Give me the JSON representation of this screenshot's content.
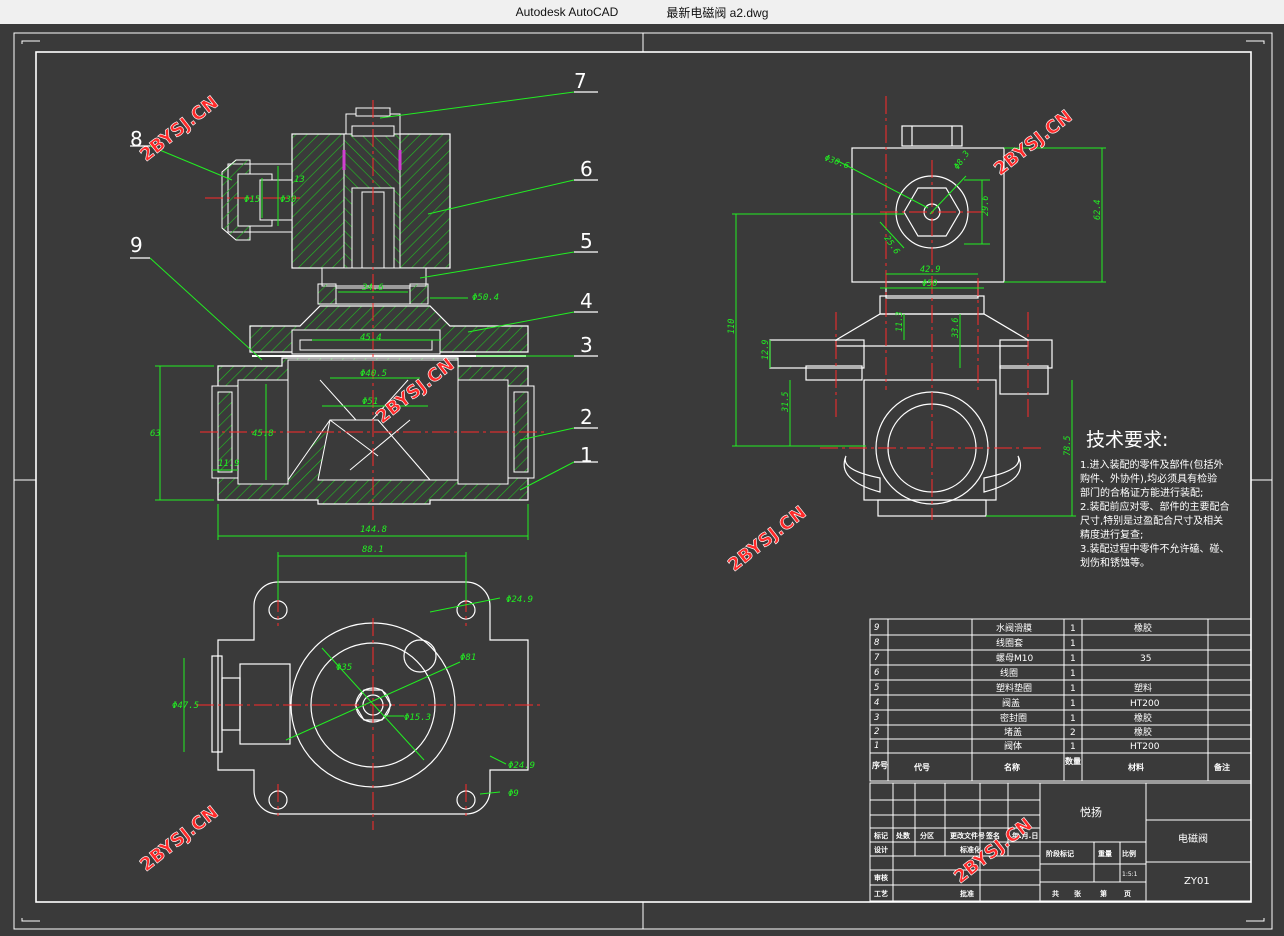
{
  "window": {
    "app_title": "Autodesk AutoCAD",
    "file_title": "最新电磁阀 a2.dwg"
  },
  "balloons": [
    "1",
    "2",
    "3",
    "4",
    "5",
    "6",
    "7",
    "8",
    "9"
  ],
  "watermark": "2BYSJ.CN",
  "dims": {
    "d40_5": "Φ40.5",
    "d51": "Φ51",
    "d50_4": "Φ50.4",
    "d34_6": "34.6",
    "d45_4": "45.4",
    "h63": "63",
    "h45_8": "45.8",
    "w11_9": "11.9",
    "w144_8": "144.8",
    "d15": "Φ15",
    "d30": "Φ30",
    "v13": "13",
    "w88_1": "88.1",
    "d24_9": "Φ24.9",
    "d81": "Φ81",
    "d35": "Φ35",
    "d15_3": "Φ15.3",
    "d47_5": "Φ47.5",
    "d9": "Φ9",
    "d24_9b": "Φ24.9",
    "d30_6": "Φ30.6",
    "d8_3": "Φ8.3",
    "v29_6": "29.6",
    "v25_6": "25.6",
    "v62_4": "62.4",
    "w42_9": "42.9",
    "d50": "Φ50",
    "v110": "110",
    "v11_3": "11.3",
    "v12_9": "12.9",
    "v31_5": "31.5",
    "v33_6": "33.6",
    "v78_5": "78.5"
  },
  "requirements": {
    "title": "技术要求:",
    "lines": [
      "1.进入装配的零件及部件(包括外",
      "购件、外协件),均必须具有检验",
      "部门的合格证方能进行装配;",
      "2.装配前应对零、部件的主要配合",
      "尺寸,特别是过盈配合尺寸及相关",
      "精度进行复查;",
      "3.装配过程中零件不允许磕、碰、",
      "划伤和锈蚀等。"
    ]
  },
  "bom": {
    "rows": [
      {
        "no": "9",
        "name": "水阀滑膜",
        "qty": "1",
        "material": "橡胶"
      },
      {
        "no": "8",
        "name": "线圈套",
        "qty": "1",
        "material": ""
      },
      {
        "no": "7",
        "name": "螺母M10",
        "qty": "1",
        "material": "35"
      },
      {
        "no": "6",
        "name": "线圈",
        "qty": "1",
        "material": ""
      },
      {
        "no": "5",
        "name": "塑料垫圈",
        "qty": "1",
        "material": "塑料"
      },
      {
        "no": "4",
        "name": "阀盖",
        "qty": "1",
        "material": "HT200"
      },
      {
        "no": "3",
        "name": "密封圈",
        "qty": "1",
        "material": "橡胶"
      },
      {
        "no": "2",
        "name": "堵盖",
        "qty": "2",
        "material": "橡胶"
      },
      {
        "no": "1",
        "name": "阀体",
        "qty": "1",
        "material": "HT200"
      }
    ],
    "header": {
      "no": "序号",
      "code": "代号",
      "name": "名称",
      "qty": "数量",
      "material": "材料",
      "note": "备注"
    }
  },
  "title_block": {
    "designer": "悦扬",
    "drawing_name": "电磁阀",
    "drawing_no": "ZY01",
    "scale": "1:5:1",
    "cells": {
      "biaoji": "标记",
      "chushu": "处数",
      "fenqu": "分区",
      "genggai": "更改文件号",
      "qianming": "签名",
      "riqi": "年.月.日",
      "sheji": "设计",
      "shenhe": "审核",
      "gongyi": "工艺",
      "biaozhunhua": "标准化",
      "pizhun": "批准",
      "jieduan": "阶段标记",
      "zhongliang": "重量",
      "bili": "比例",
      "gong": "共",
      "zhang": "张",
      "di": "第",
      "ye": "页"
    }
  },
  "colors": {
    "bg": "#3a3a3a",
    "line": "#ffffff",
    "hatch": "#22c022",
    "dim": "#22ee22",
    "center": "#ff2a2a",
    "balloon": "#ffffff",
    "watermark": "#ff2a2a",
    "magenta": "#d040d0"
  }
}
